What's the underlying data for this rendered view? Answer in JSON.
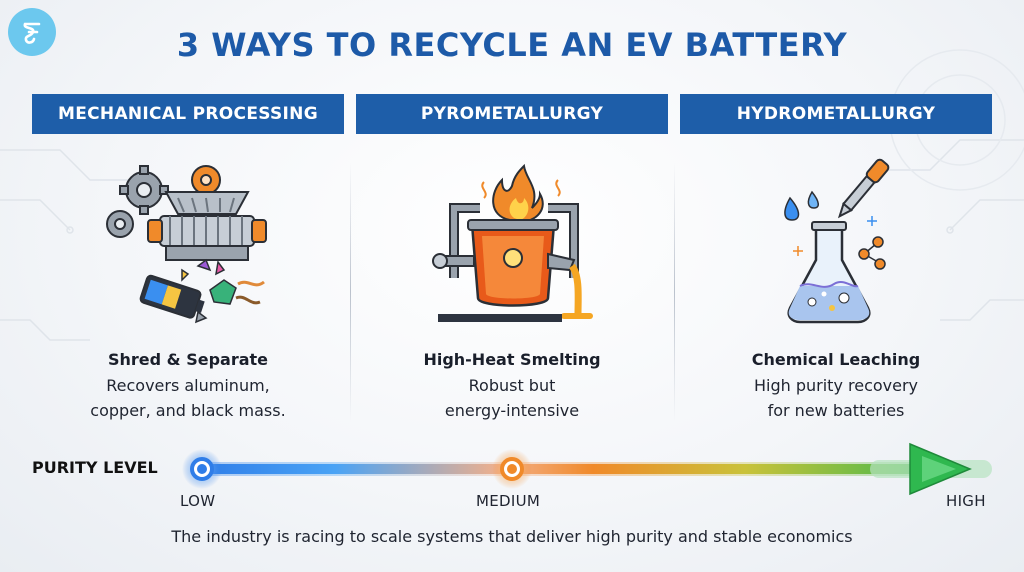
{
  "title": "3 WAYS TO RECYCLE AN EV BATTERY",
  "colors": {
    "accent_blue": "#1e5ea9",
    "title_blue": "#1d5aa8",
    "low_blue": "#3a8ff0",
    "medium_orange": "#f08a2a",
    "high_green": "#2fb84f"
  },
  "methods": [
    {
      "header": "MECHANICAL PROCESSING",
      "icon": "shredder-gears-icon",
      "caption_title": "Shred & Separate",
      "caption_lines": [
        "Recovers aluminum,",
        "copper, and black mass."
      ]
    },
    {
      "header": "PYROMETALLURGY",
      "icon": "furnace-flame-icon",
      "caption_title": "High-Heat Smelting",
      "caption_lines": [
        "Robust but",
        "energy-intensive"
      ]
    },
    {
      "header": "HYDROMETALLURGY",
      "icon": "chemical-flask-icon",
      "caption_title": "Chemical Leaching",
      "caption_lines": [
        "High purity recovery",
        "for new batteries"
      ]
    }
  ],
  "purity": {
    "label": "PURITY LEVEL",
    "low": "LOW",
    "medium": "MEDIUM",
    "high": "HIGH"
  },
  "footer": "The industry is racing to scale systems that deliver high purity and stable economics"
}
